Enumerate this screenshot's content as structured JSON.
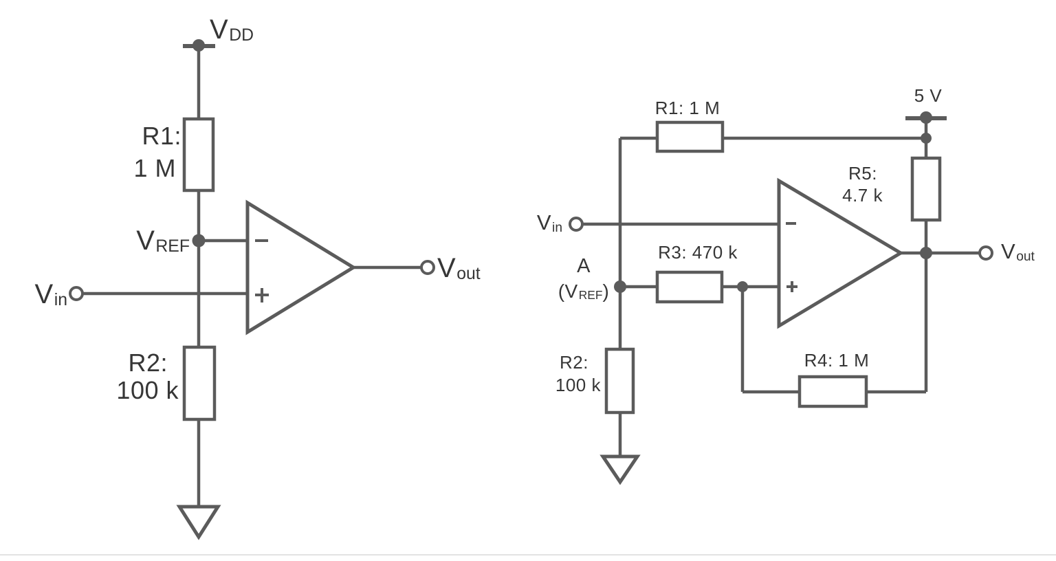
{
  "colors": {
    "wire": "#5b5b5b",
    "text": "#363636",
    "divider": "#e3e3e3",
    "background": "#ffffff"
  },
  "left_circuit": {
    "description": "comparator with fixed reference divider",
    "power_label": {
      "main": "V",
      "sub": "DD"
    },
    "r1": {
      "name": "R1:",
      "value": "1 M"
    },
    "r2": {
      "name": "R2:",
      "value": "100 k"
    },
    "vref_label": {
      "main": "V",
      "sub": "REF"
    },
    "vin_label": {
      "main": "V",
      "sub": "in"
    },
    "vout_label": {
      "main": "V",
      "sub": "out"
    }
  },
  "right_circuit": {
    "description": "comparator with hysteresis feedback",
    "supply_label": "5 V",
    "r1_label": "R1: 1 M",
    "r3_label": "R3: 470 k",
    "r4_label": "R4: 1 M",
    "r5": {
      "name": "R5:",
      "value": "4.7 k"
    },
    "r2": {
      "name": "R2:",
      "value": "100 k"
    },
    "node_a": "A",
    "node_a_ref": {
      "prefix": "(V",
      "sub": "REF",
      "suffix": ")"
    },
    "vin_label": {
      "main": "V",
      "sub": "in"
    },
    "vout_label": {
      "main": "V",
      "sub": "out"
    }
  }
}
